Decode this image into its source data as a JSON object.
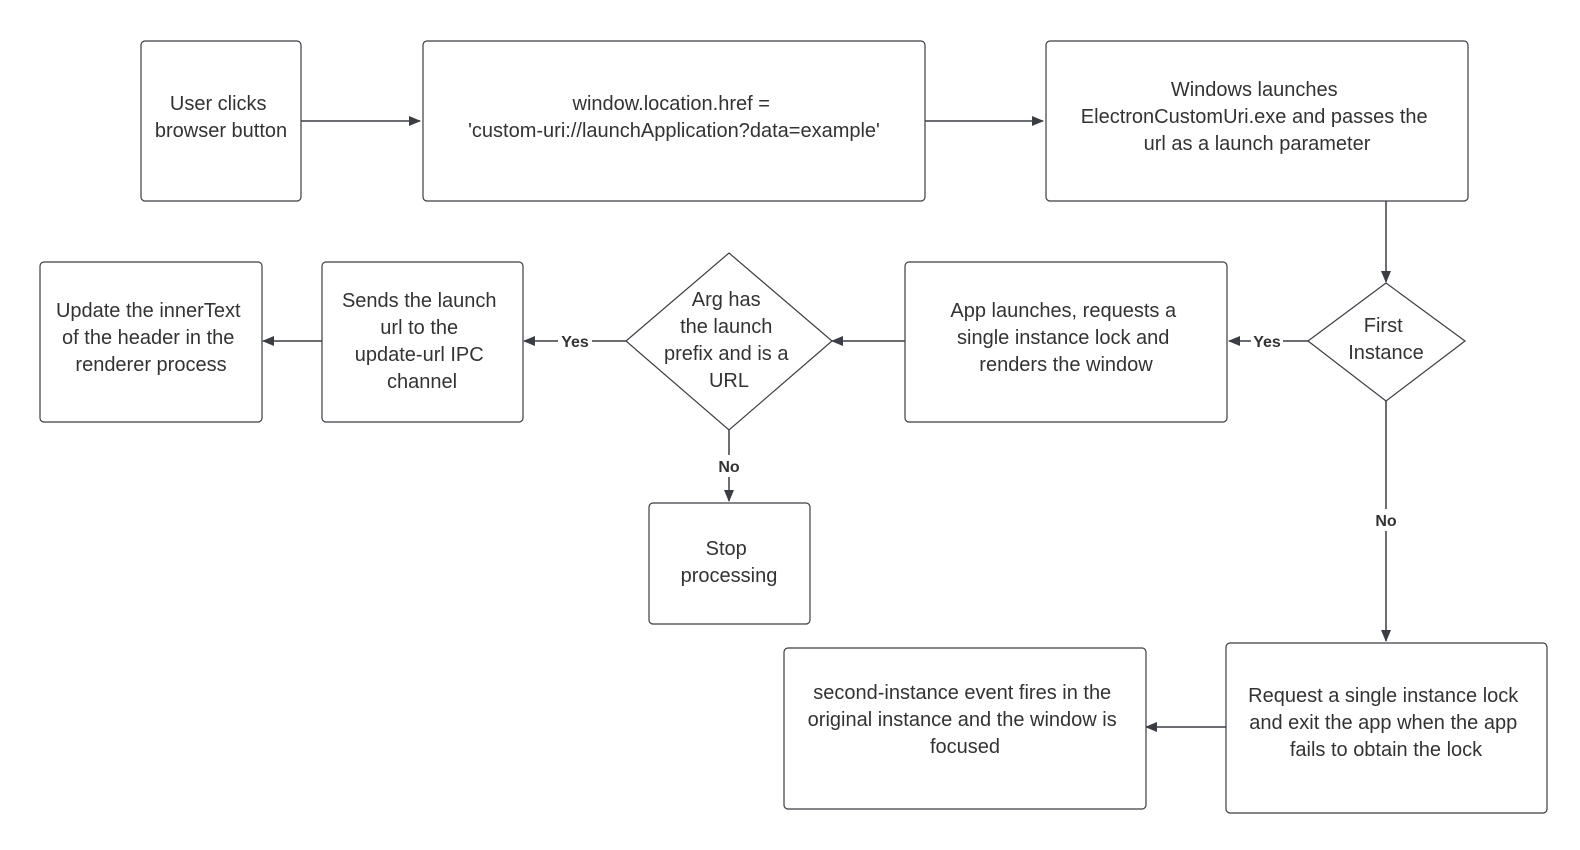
{
  "colors": {
    "stroke": "#3a3d44",
    "text": "#333333",
    "background": "#ffffff"
  },
  "nodes": {
    "user_clicks": {
      "lines": [
        "User clicks",
        "browser button"
      ]
    },
    "location_href": {
      "lines": [
        "window.location.href =",
        "'custom-uri://launchApplication?data=example'"
      ]
    },
    "windows_launches": {
      "lines": [
        "Windows launches",
        "ElectronCustomUri.exe and passes the",
        "url as a launch parameter"
      ]
    },
    "first_instance": {
      "lines": [
        "First",
        "Instance"
      ]
    },
    "app_launches": {
      "lines": [
        "App launches, requests a",
        "single instance lock and",
        "renders the window"
      ]
    },
    "arg_has_prefix": {
      "lines": [
        "Arg has",
        "the launch",
        "prefix and is a",
        "URL"
      ]
    },
    "sends_url": {
      "lines": [
        "Sends the launch",
        "url to the",
        "update-url IPC",
        "channel"
      ]
    },
    "update_innertext": {
      "lines": [
        "Update the innerText",
        "of the header in the",
        "renderer process"
      ]
    },
    "stop_processing": {
      "lines": [
        "Stop",
        "processing"
      ]
    },
    "request_lock": {
      "lines": [
        "Request a single instance lock",
        "and exit the app when the app",
        "fails to obtain the lock"
      ]
    },
    "second_instance": {
      "lines": [
        "second-instance event fires in the",
        "original instance and the window is",
        "focused"
      ]
    }
  },
  "edge_labels": {
    "first_yes": "Yes",
    "first_no": "No",
    "arg_yes": "Yes",
    "arg_no": "No"
  }
}
